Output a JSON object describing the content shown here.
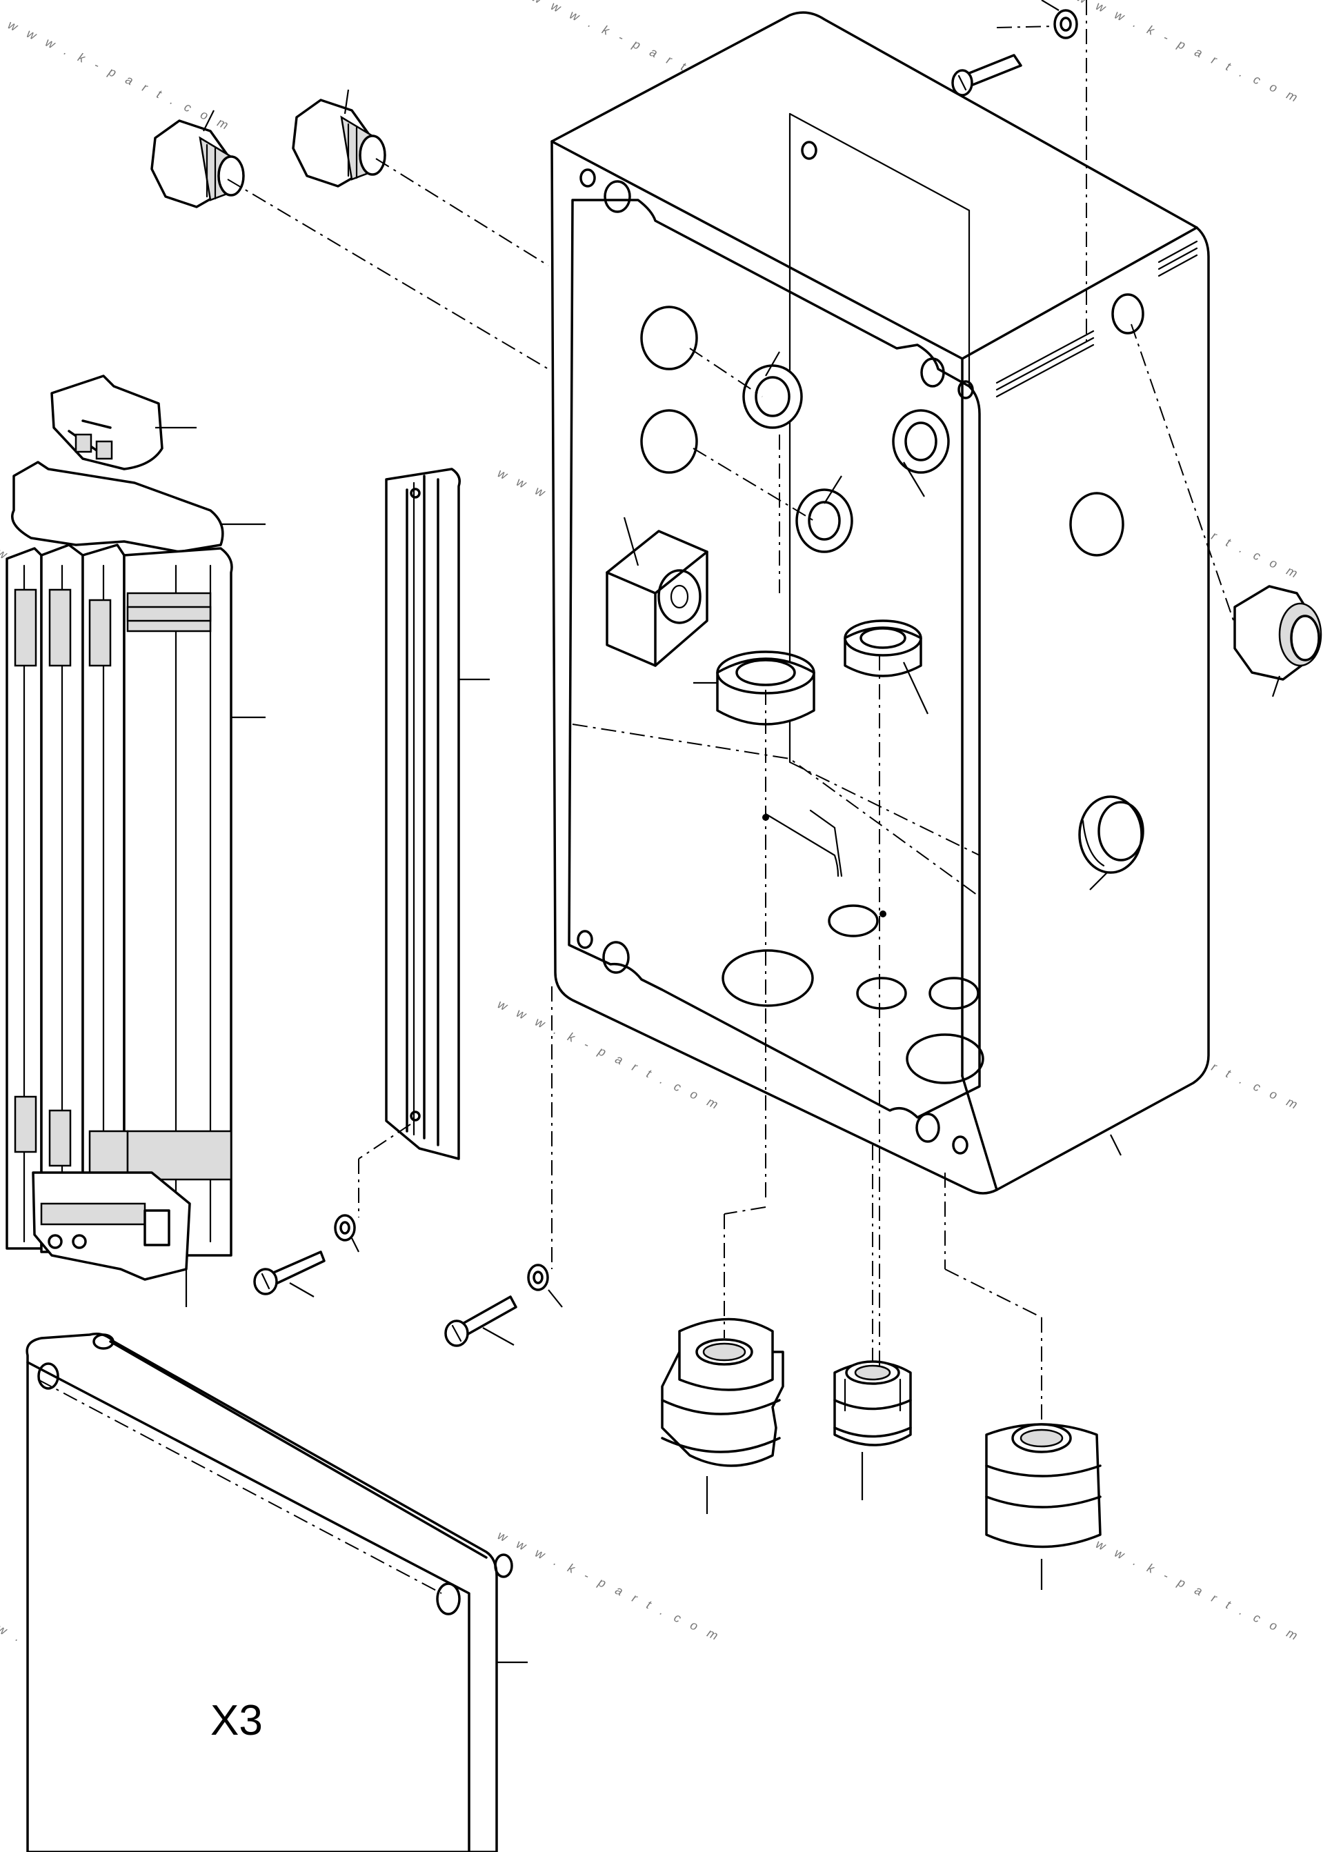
{
  "figure": {
    "callout_label": "X3",
    "watermark_text": "w w w . k - p a r t . c o m",
    "line_color": "#000000",
    "background_color": "#ffffff"
  },
  "parts": [
    {
      "name": "junction-box-housing"
    },
    {
      "name": "cover-plate"
    },
    {
      "name": "terminal-block-assembly"
    },
    {
      "name": "din-mounting-rail"
    },
    {
      "name": "cable-gland"
    },
    {
      "name": "sealing-plug"
    },
    {
      "name": "screw"
    },
    {
      "name": "washer"
    },
    {
      "name": "lock-nut"
    },
    {
      "name": "connector-socket"
    },
    {
      "name": "end-cap"
    },
    {
      "name": "insulating-plate"
    }
  ]
}
